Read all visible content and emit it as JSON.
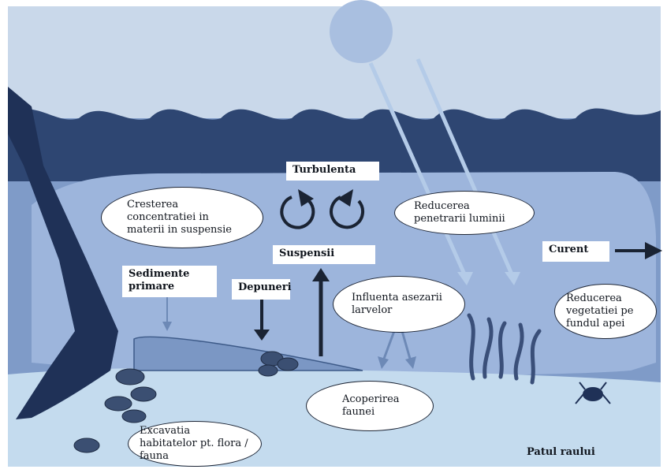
{
  "colors": {
    "sky": "#c9d8ea",
    "water": "#95aed6",
    "dark_water": "#3d5a88",
    "wave": "#2e4672",
    "bed": "#c4dbee",
    "machine": "#1f3157",
    "arrow": "#1a2333",
    "light_ray": "#b4cbe8"
  },
  "icons": [
    "excavator-arm",
    "sun-disc",
    "circular-arrows-icon",
    "crab-icon",
    "seaweed-icon",
    "mussel-cluster-icon"
  ],
  "labels": {
    "turbulenta": "Turbulenta",
    "cresterea": "Cresterea concentratiei in materii in suspensie",
    "reducerea_luminii": "Reducerea penetrarii luminii",
    "suspensii": "Suspensii",
    "curent": "Curent",
    "sedimente": "Sedimente primare",
    "depuneri": "Depuneri",
    "influenta": "Influenta asezarii larvelor",
    "reducerea_vegetatiei": "Reducerea vegetatiei pe fundul apei",
    "acoperirea": "Acoperirea faunei",
    "excavatia": "Excavatia habitatelor pt. flora / fauna",
    "patul": "Patul raului"
  }
}
